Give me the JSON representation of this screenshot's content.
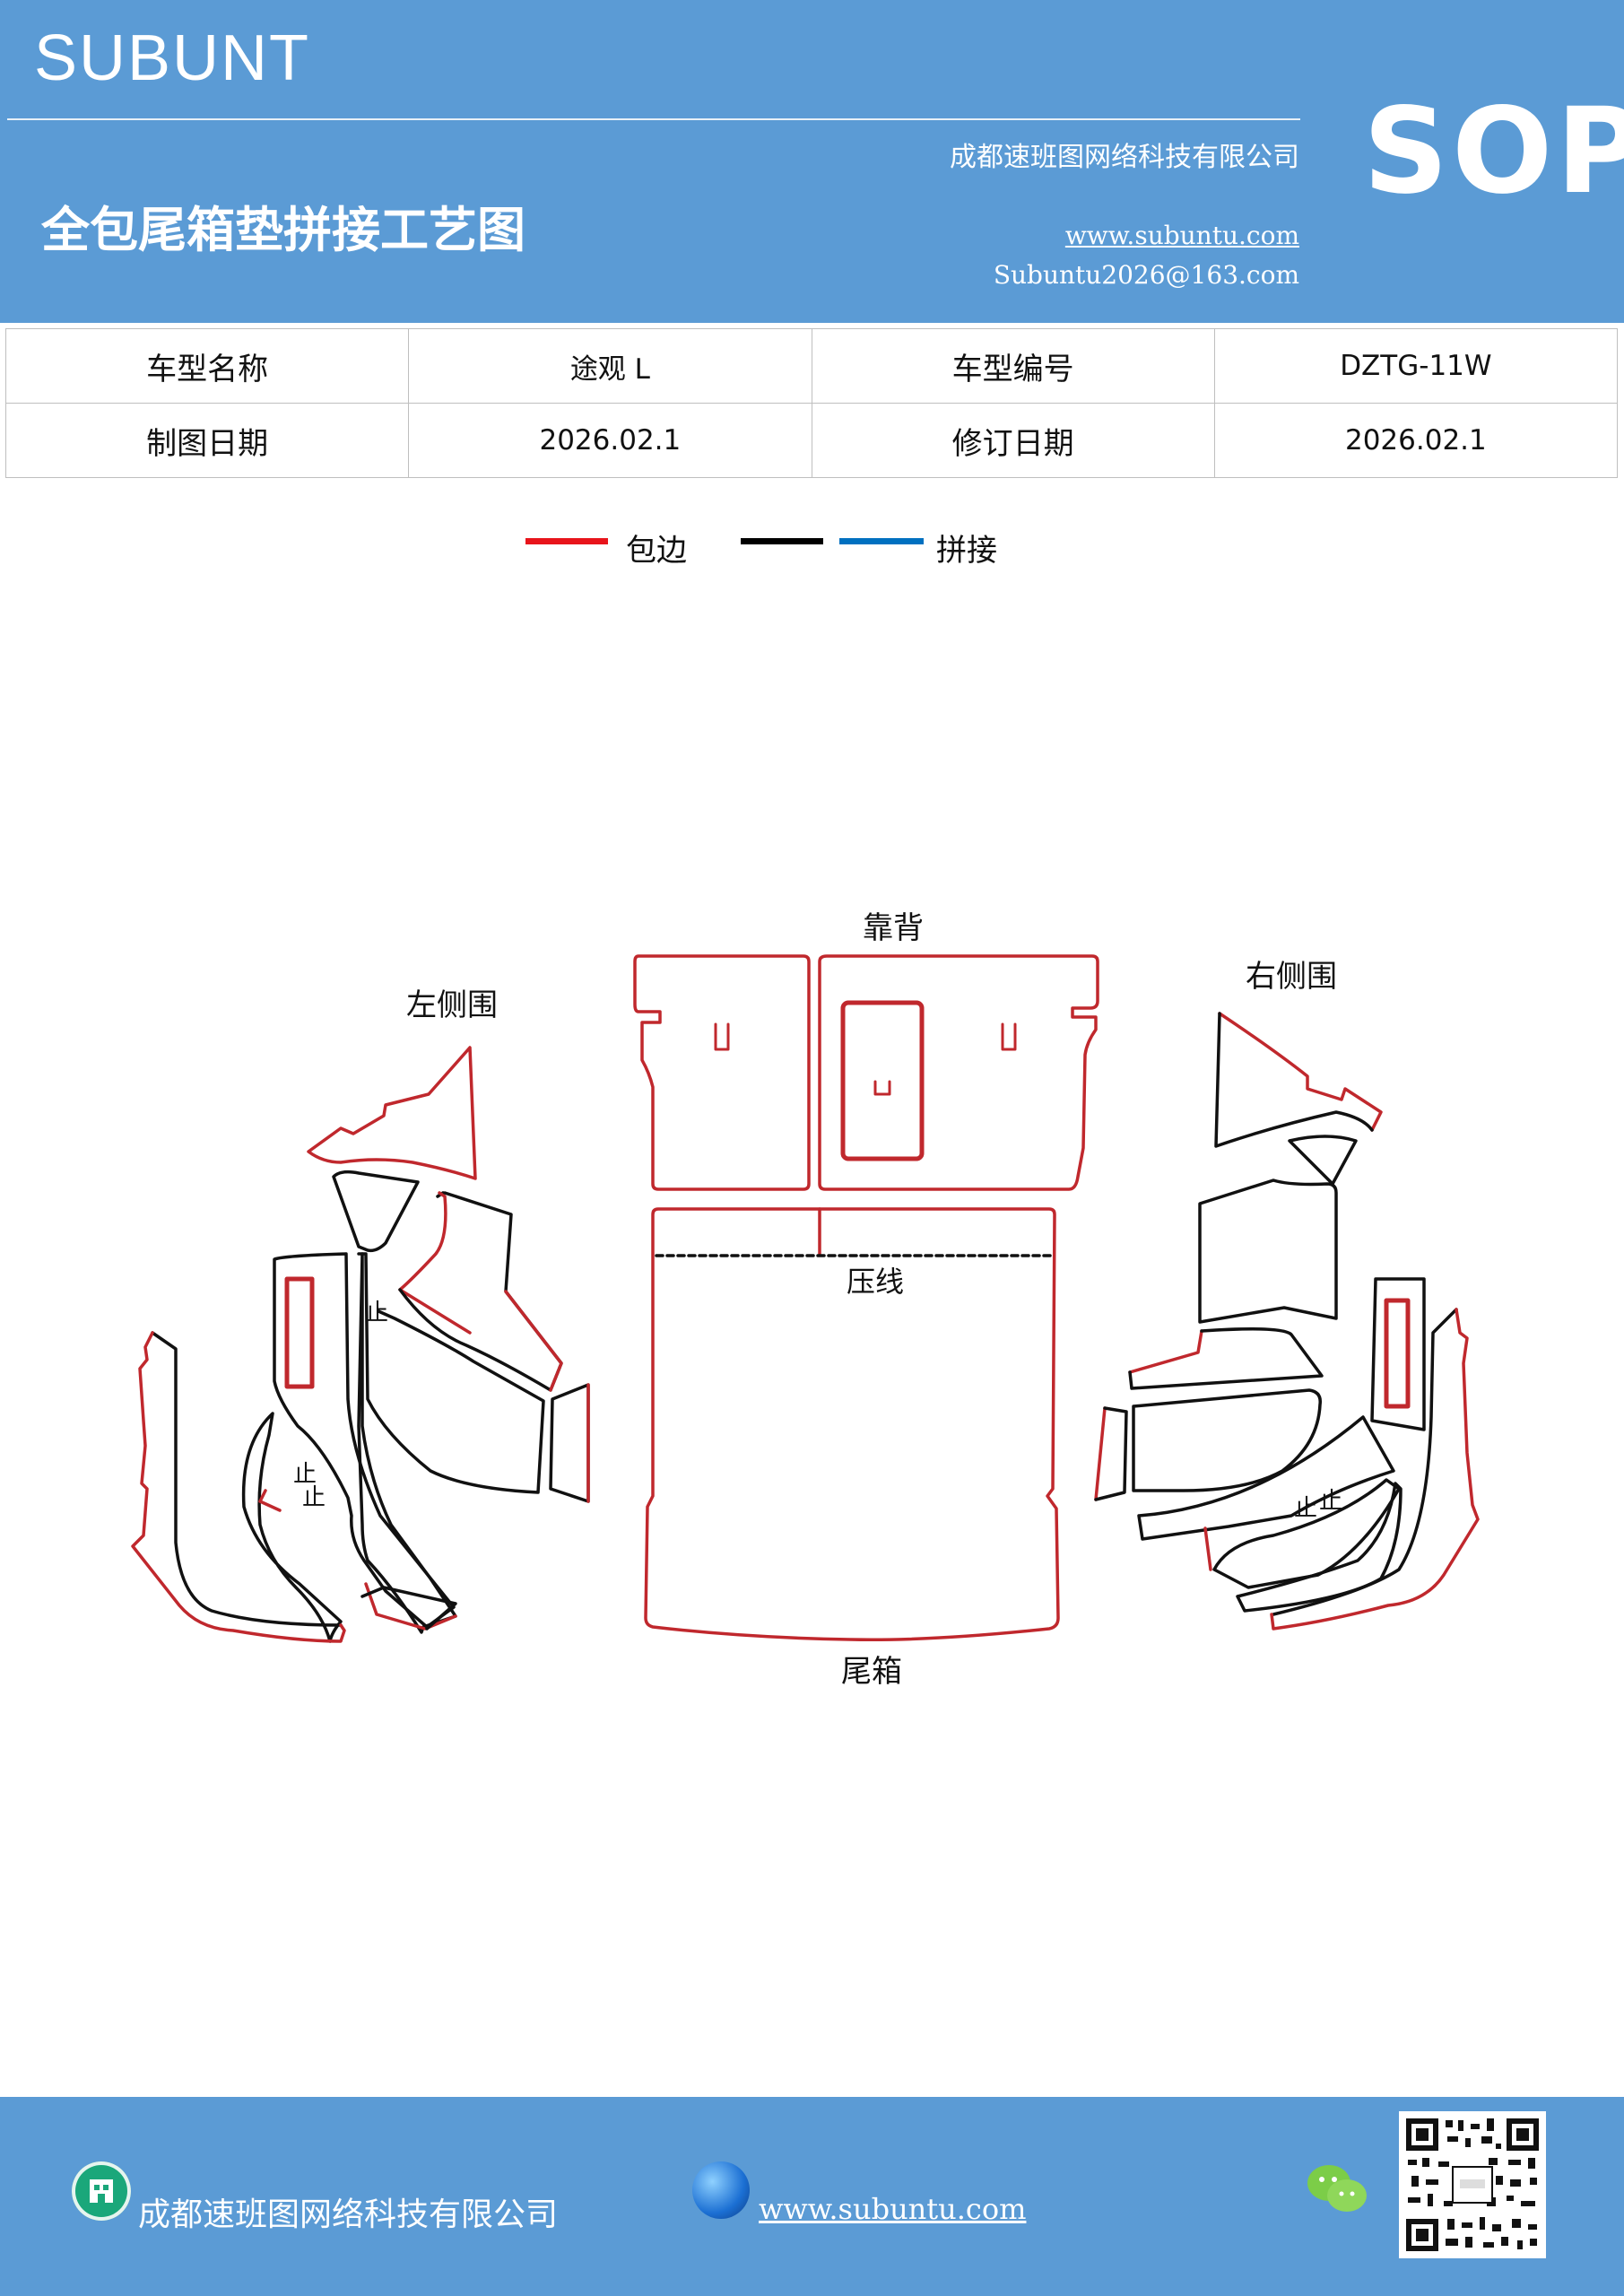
{
  "header": {
    "brand": "SUBUNT",
    "company": "成都速班图网络科技有限公司",
    "title": "全包尾箱垫拼接工艺图",
    "website": "www.subuntu.com",
    "email": "Subuntu2026@163.com",
    "badge": "SOP"
  },
  "info": {
    "model_name_label": "车型名称",
    "model_name_value": "途观 L",
    "model_code_label": "车型编号",
    "model_code_value": "DZTG-11W",
    "draw_date_label": "制图日期",
    "draw_date_value": "2026.02.1",
    "revise_date_label": "修订日期",
    "revise_date_value": "2026.02.1"
  },
  "legend": {
    "edge_label": "包边",
    "join_label": "拼接",
    "colors": {
      "edge": "#e8141b",
      "black": "#000000",
      "join": "#0070c0"
    }
  },
  "diagram": {
    "label_backrest": "靠背",
    "label_left": "左侧围",
    "label_right": "右侧围",
    "label_press": "压线",
    "label_trunk": "尾箱",
    "mark_glyph": "止"
  },
  "footer": {
    "company": "成都速班图网络科技有限公司",
    "website": "www.subuntu.com"
  },
  "icons": [
    "building-icon",
    "globe-icon",
    "wechat-icon",
    "qr-code"
  ]
}
